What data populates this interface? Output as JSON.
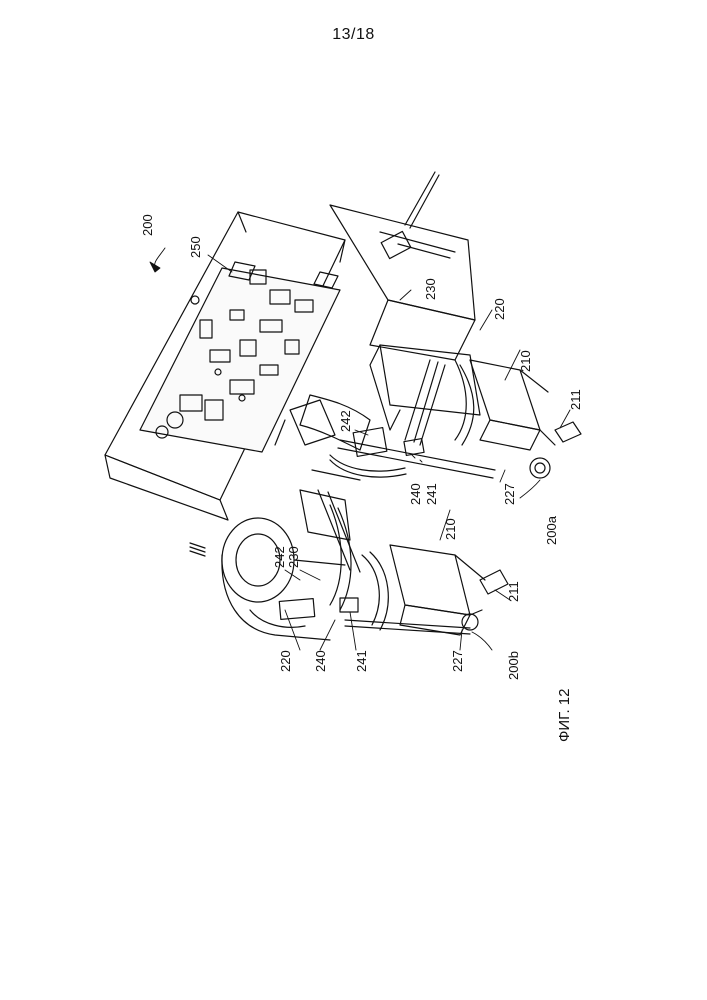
{
  "page": {
    "number": "13/18"
  },
  "figure": {
    "caption": "ФИГ. 12",
    "labels": {
      "l200": "200",
      "l250": "250",
      "l230_top": "230",
      "l220_top": "220",
      "l210_top": "210",
      "l211_top": "211",
      "l242_top": "242",
      "l240_top": "240",
      "l241_top": "241",
      "l227_top": "227",
      "l200a": "200a",
      "l242_bot": "242",
      "l230_bot": "230",
      "l210_bot": "210",
      "l220_bot": "220",
      "l240_bot": "240",
      "l241_bot": "241",
      "l227_bot": "227",
      "l211_bot": "211",
      "l200b": "200b"
    }
  }
}
